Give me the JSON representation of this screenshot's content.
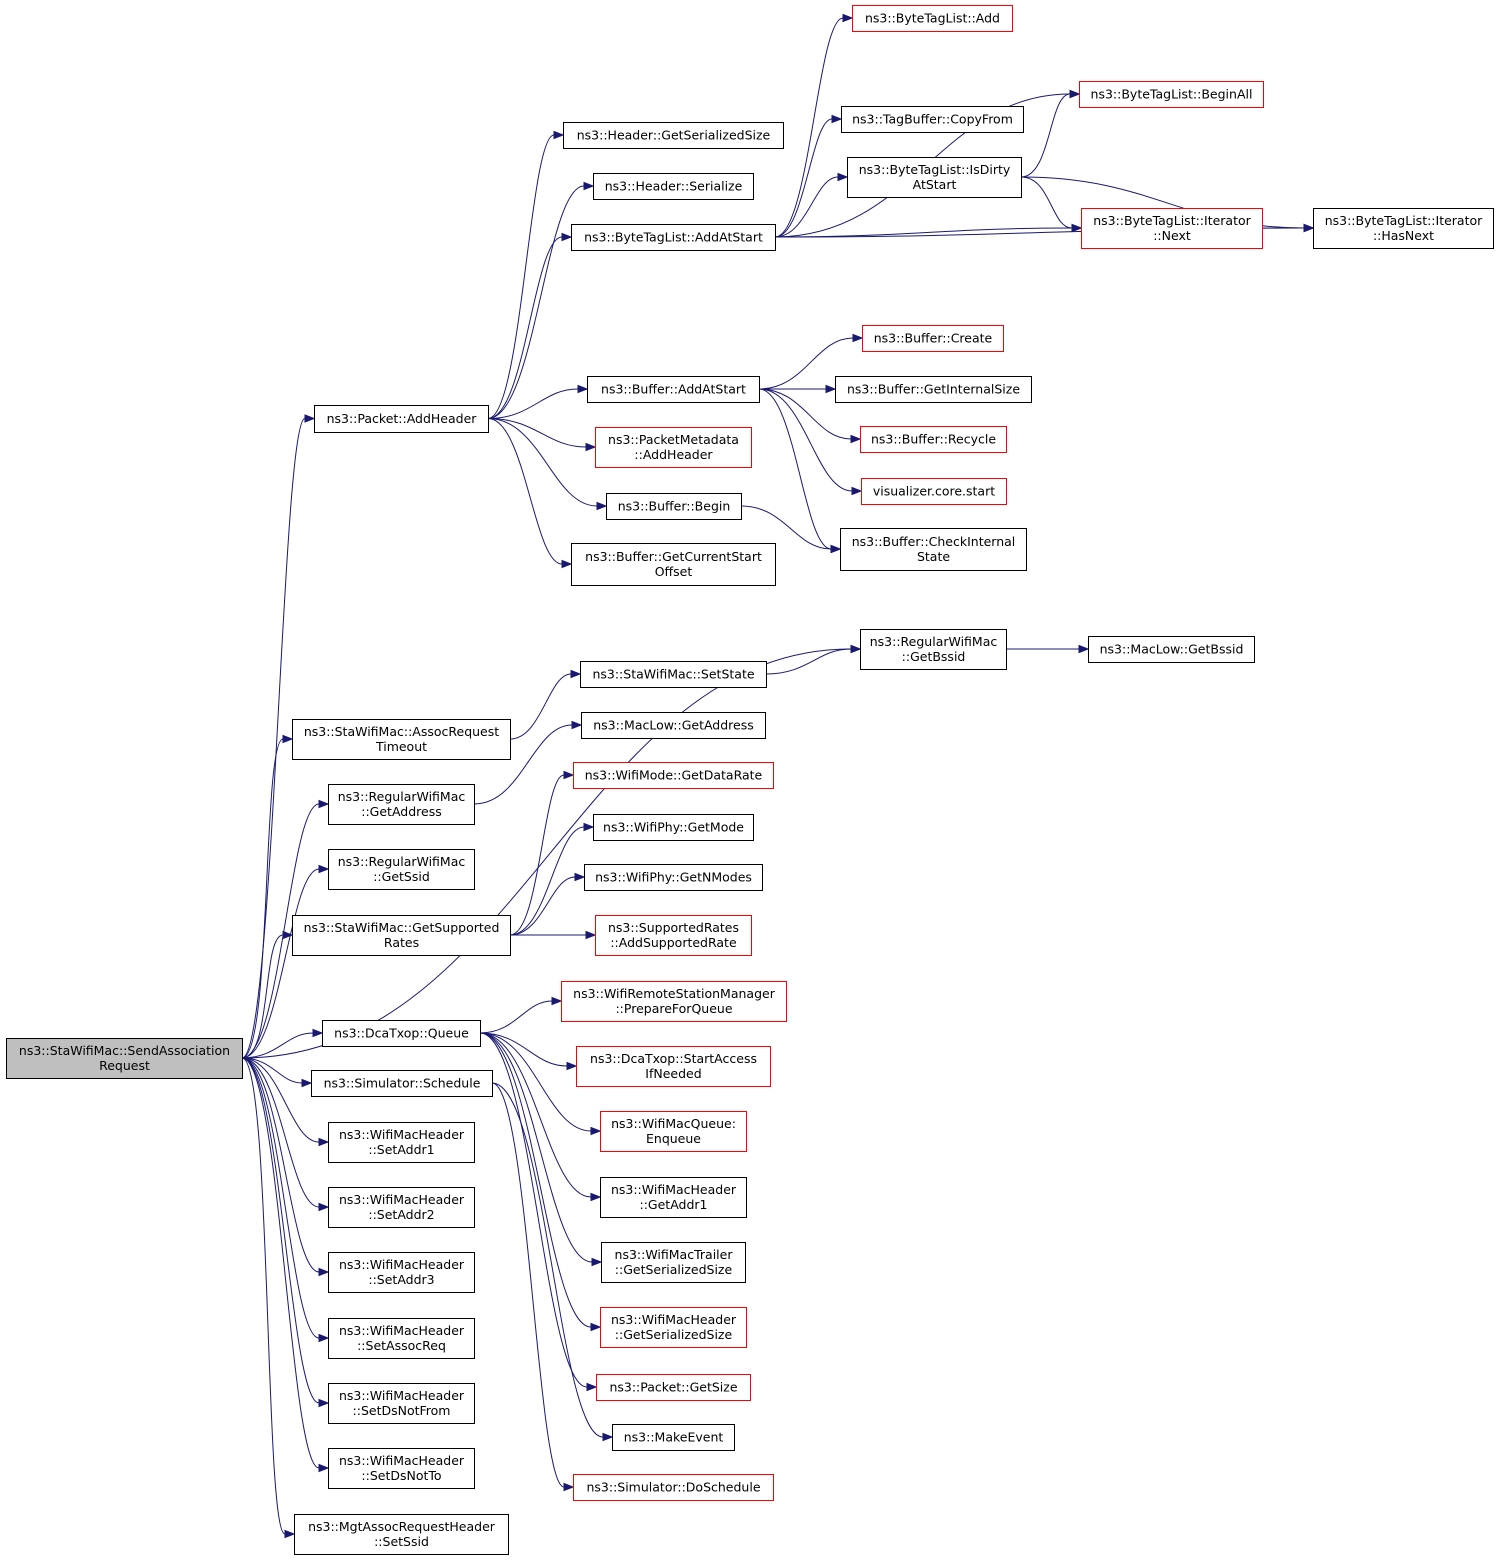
{
  "colors": {
    "edge": "#191970",
    "border_default": "#000000",
    "border_truncated": "#ff0000",
    "fill_root": "#bfbfbf",
    "fill_default": "#ffffff"
  },
  "nodes": [
    {
      "id": "root",
      "lines": [
        "ns3::StaWifiMac::SendAssociation",
        "Request"
      ],
      "style": "root"
    },
    {
      "id": "add_header",
      "lines": [
        "ns3::Packet::AddHeader"
      ],
      "style": "normal"
    },
    {
      "id": "get_bssid",
      "lines": [
        "ns3::RegularWifiMac",
        "::GetBssid"
      ],
      "style": "normal"
    },
    {
      "id": "assoc_timeout",
      "lines": [
        "ns3::StaWifiMac::AssocRequest",
        "Timeout"
      ],
      "style": "normal"
    },
    {
      "id": "rw_get_address",
      "lines": [
        "ns3::RegularWifiMac",
        "::GetAddress"
      ],
      "style": "normal"
    },
    {
      "id": "rw_get_ssid",
      "lines": [
        "ns3::RegularWifiMac",
        "::GetSsid"
      ],
      "style": "normal"
    },
    {
      "id": "get_supported_rates",
      "lines": [
        "ns3::StaWifiMac::GetSupported",
        "Rates"
      ],
      "style": "normal"
    },
    {
      "id": "dca_queue",
      "lines": [
        "ns3::DcaTxop::Queue"
      ],
      "style": "normal"
    },
    {
      "id": "sim_schedule",
      "lines": [
        "ns3::Simulator::Schedule"
      ],
      "style": "normal"
    },
    {
      "id": "set_addr1",
      "lines": [
        "ns3::WifiMacHeader",
        "::SetAddr1"
      ],
      "style": "normal"
    },
    {
      "id": "set_addr2",
      "lines": [
        "ns3::WifiMacHeader",
        "::SetAddr2"
      ],
      "style": "normal"
    },
    {
      "id": "set_addr3",
      "lines": [
        "ns3::WifiMacHeader",
        "::SetAddr3"
      ],
      "style": "normal"
    },
    {
      "id": "set_assoc_req",
      "lines": [
        "ns3::WifiMacHeader",
        "::SetAssocReq"
      ],
      "style": "normal"
    },
    {
      "id": "set_ds_not_from",
      "lines": [
        "ns3::WifiMacHeader",
        "::SetDsNotFrom"
      ],
      "style": "normal"
    },
    {
      "id": "set_ds_not_to",
      "lines": [
        "ns3::WifiMacHeader",
        "::SetDsNotTo"
      ],
      "style": "normal"
    },
    {
      "id": "mgt_set_ssid",
      "lines": [
        "ns3::MgtAssocRequestHeader",
        "::SetSsid"
      ],
      "style": "normal"
    },
    {
      "id": "hdr_get_serialized_size",
      "lines": [
        "ns3::Header::GetSerializedSize"
      ],
      "style": "normal"
    },
    {
      "id": "hdr_serialize",
      "lines": [
        "ns3::Header::Serialize"
      ],
      "style": "normal"
    },
    {
      "id": "btl_add_at_start",
      "lines": [
        "ns3::ByteTagList::AddAtStart"
      ],
      "style": "normal"
    },
    {
      "id": "buf_add_at_start",
      "lines": [
        "ns3::Buffer::AddAtStart"
      ],
      "style": "normal"
    },
    {
      "id": "pm_add_header",
      "lines": [
        "ns3::PacketMetadata",
        "::AddHeader"
      ],
      "style": "truncated"
    },
    {
      "id": "buf_begin",
      "lines": [
        "ns3::Buffer::Begin"
      ],
      "style": "normal"
    },
    {
      "id": "buf_get_current_start_offset",
      "lines": [
        "ns3::Buffer::GetCurrentStart",
        "Offset"
      ],
      "style": "normal"
    },
    {
      "id": "btl_add",
      "lines": [
        "ns3::ByteTagList::Add"
      ],
      "style": "truncated"
    },
    {
      "id": "btl_begin_all",
      "lines": [
        "ns3::ByteTagList::BeginAll"
      ],
      "style": "truncated"
    },
    {
      "id": "tb_copy_from",
      "lines": [
        "ns3::TagBuffer::CopyFrom"
      ],
      "style": "normal"
    },
    {
      "id": "btl_is_dirty_at_start",
      "lines": [
        "ns3::ByteTagList::IsDirty",
        "AtStart"
      ],
      "style": "normal"
    },
    {
      "id": "btl_it_next",
      "lines": [
        "ns3::ByteTagList::Iterator",
        "::Next"
      ],
      "style": "truncated"
    },
    {
      "id": "btl_it_has_next",
      "lines": [
        "ns3::ByteTagList::Iterator",
        "::HasNext"
      ],
      "style": "normal"
    },
    {
      "id": "buf_create",
      "lines": [
        "ns3::Buffer::Create"
      ],
      "style": "truncated"
    },
    {
      "id": "buf_get_internal_size",
      "lines": [
        "ns3::Buffer::GetInternalSize"
      ],
      "style": "normal"
    },
    {
      "id": "buf_recycle",
      "lines": [
        "ns3::Buffer::Recycle"
      ],
      "style": "truncated"
    },
    {
      "id": "viz_core_start",
      "lines": [
        "visualizer.core.start"
      ],
      "style": "truncated"
    },
    {
      "id": "buf_check_internal_state",
      "lines": [
        "ns3::Buffer::CheckInternal",
        "State"
      ],
      "style": "normal"
    },
    {
      "id": "sta_set_state",
      "lines": [
        "ns3::StaWifiMac::SetState"
      ],
      "style": "normal"
    },
    {
      "id": "maclow_get_bssid",
      "lines": [
        "ns3::MacLow::GetBssid"
      ],
      "style": "normal"
    },
    {
      "id": "maclow_get_address",
      "lines": [
        "ns3::MacLow::GetAddress"
      ],
      "style": "normal"
    },
    {
      "id": "wm_get_data_rate",
      "lines": [
        "ns3::WifiMode::GetDataRate"
      ],
      "style": "truncated"
    },
    {
      "id": "phy_get_mode",
      "lines": [
        "ns3::WifiPhy::GetMode"
      ],
      "style": "normal"
    },
    {
      "id": "phy_get_n_modes",
      "lines": [
        "ns3::WifiPhy::GetNModes"
      ],
      "style": "normal"
    },
    {
      "id": "sr_add_supported_rate",
      "lines": [
        "ns3::SupportedRates",
        "::AddSupportedRate"
      ],
      "style": "truncated"
    },
    {
      "id": "wrsm_prepare_for_queue",
      "lines": [
        "ns3::WifiRemoteStationManager",
        "::PrepareForQueue"
      ],
      "style": "truncated"
    },
    {
      "id": "dca_start_access",
      "lines": [
        "ns3::DcaTxop::StartAccess",
        "IfNeeded"
      ],
      "style": "truncated"
    },
    {
      "id": "wmq_enqueue",
      "lines": [
        "ns3::WifiMacQueue:",
        "Enqueue"
      ],
      "style": "truncated"
    },
    {
      "id": "wmh_get_addr1",
      "lines": [
        "ns3::WifiMacHeader",
        "::GetAddr1"
      ],
      "style": "normal"
    },
    {
      "id": "wmt_get_serialized_size",
      "lines": [
        "ns3::WifiMacTrailer",
        "::GetSerializedSize"
      ],
      "style": "normal"
    },
    {
      "id": "wmh_get_serialized_size",
      "lines": [
        "ns3::WifiMacHeader",
        "::GetSerializedSize"
      ],
      "style": "truncated"
    },
    {
      "id": "pkt_get_size",
      "lines": [
        "ns3::Packet::GetSize"
      ],
      "style": "truncated"
    },
    {
      "id": "make_event",
      "lines": [
        "ns3::MakeEvent"
      ],
      "style": "normal"
    },
    {
      "id": "sim_do_schedule",
      "lines": [
        "ns3::Simulator::DoSchedule"
      ],
      "style": "truncated"
    }
  ],
  "edges": [
    {
      "from": "root",
      "to": "add_header"
    },
    {
      "from": "root",
      "to": "get_bssid"
    },
    {
      "from": "root",
      "to": "assoc_timeout"
    },
    {
      "from": "root",
      "to": "rw_get_address"
    },
    {
      "from": "root",
      "to": "rw_get_ssid"
    },
    {
      "from": "root",
      "to": "get_supported_rates"
    },
    {
      "from": "root",
      "to": "dca_queue"
    },
    {
      "from": "root",
      "to": "sim_schedule"
    },
    {
      "from": "root",
      "to": "set_addr1"
    },
    {
      "from": "root",
      "to": "set_addr2"
    },
    {
      "from": "root",
      "to": "set_addr3"
    },
    {
      "from": "root",
      "to": "set_assoc_req"
    },
    {
      "from": "root",
      "to": "set_ds_not_from"
    },
    {
      "from": "root",
      "to": "set_ds_not_to"
    },
    {
      "from": "root",
      "to": "mgt_set_ssid"
    },
    {
      "from": "add_header",
      "to": "hdr_get_serialized_size"
    },
    {
      "from": "add_header",
      "to": "hdr_serialize"
    },
    {
      "from": "add_header",
      "to": "btl_add_at_start"
    },
    {
      "from": "add_header",
      "to": "buf_add_at_start"
    },
    {
      "from": "add_header",
      "to": "pm_add_header"
    },
    {
      "from": "add_header",
      "to": "buf_begin"
    },
    {
      "from": "add_header",
      "to": "buf_get_current_start_offset"
    },
    {
      "from": "btl_add_at_start",
      "to": "btl_add"
    },
    {
      "from": "btl_add_at_start",
      "to": "btl_begin_all"
    },
    {
      "from": "btl_add_at_start",
      "to": "tb_copy_from"
    },
    {
      "from": "btl_add_at_start",
      "to": "btl_is_dirty_at_start"
    },
    {
      "from": "btl_add_at_start",
      "to": "btl_it_next"
    },
    {
      "from": "btl_add_at_start",
      "to": "btl_it_has_next"
    },
    {
      "from": "btl_is_dirty_at_start",
      "to": "btl_begin_all"
    },
    {
      "from": "btl_is_dirty_at_start",
      "to": "btl_it_next"
    },
    {
      "from": "btl_is_dirty_at_start",
      "to": "btl_it_has_next"
    },
    {
      "from": "btl_it_next",
      "to": "btl_it_has_next"
    },
    {
      "from": "buf_add_at_start",
      "to": "buf_create"
    },
    {
      "from": "buf_add_at_start",
      "to": "buf_get_internal_size"
    },
    {
      "from": "buf_add_at_start",
      "to": "buf_recycle"
    },
    {
      "from": "buf_add_at_start",
      "to": "viz_core_start"
    },
    {
      "from": "buf_add_at_start",
      "to": "buf_check_internal_state"
    },
    {
      "from": "buf_begin",
      "to": "buf_check_internal_state"
    },
    {
      "from": "get_bssid",
      "to": "maclow_get_bssid"
    },
    {
      "from": "assoc_timeout",
      "to": "sta_set_state"
    },
    {
      "from": "sta_set_state",
      "to": "get_bssid"
    },
    {
      "from": "rw_get_address",
      "to": "maclow_get_address"
    },
    {
      "from": "get_supported_rates",
      "to": "wm_get_data_rate"
    },
    {
      "from": "get_supported_rates",
      "to": "phy_get_mode"
    },
    {
      "from": "get_supported_rates",
      "to": "phy_get_n_modes"
    },
    {
      "from": "get_supported_rates",
      "to": "sr_add_supported_rate"
    },
    {
      "from": "dca_queue",
      "to": "wrsm_prepare_for_queue"
    },
    {
      "from": "dca_queue",
      "to": "dca_start_access"
    },
    {
      "from": "dca_queue",
      "to": "wmq_enqueue"
    },
    {
      "from": "dca_queue",
      "to": "wmh_get_addr1"
    },
    {
      "from": "dca_queue",
      "to": "wmt_get_serialized_size"
    },
    {
      "from": "dca_queue",
      "to": "wmh_get_serialized_size"
    },
    {
      "from": "dca_queue",
      "to": "pkt_get_size"
    },
    {
      "from": "sim_schedule",
      "to": "make_event"
    },
    {
      "from": "sim_schedule",
      "to": "sim_do_schedule"
    }
  ]
}
